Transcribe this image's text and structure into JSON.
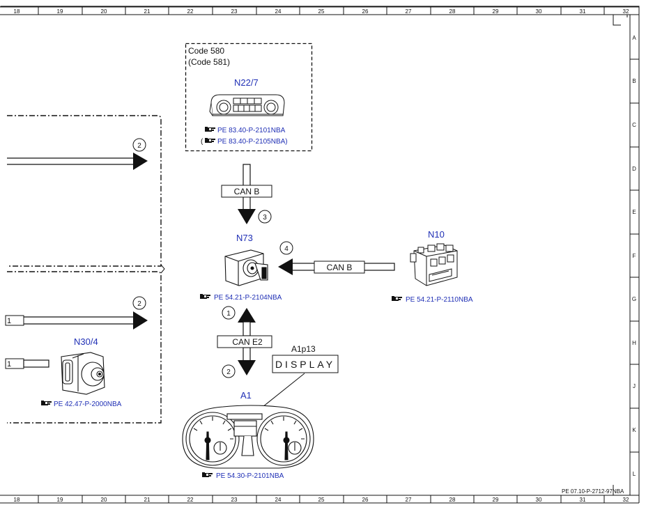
{
  "frame": {
    "columns": [
      "18",
      "19",
      "20",
      "21",
      "22",
      "23",
      "24",
      "25",
      "26",
      "27",
      "28",
      "29",
      "30",
      "31",
      "32"
    ],
    "rows": [
      "A",
      "B",
      "C",
      "D",
      "E",
      "F",
      "G",
      "H",
      "J",
      "K",
      "L"
    ],
    "doc_ref": "PE 07.10-P-2712-97NBA"
  },
  "colors": {
    "ref_blue": "#1f2fb5",
    "line": "#111111"
  },
  "components": {
    "n22_7": {
      "code_line1": "Code 580",
      "code_line2": "(Code 581)",
      "label": "N22/7",
      "ref1": "PE 83.40-P-2101NBA",
      "ref2_open": "(",
      "ref2": "PE 83.40-P-2105NBA)"
    },
    "n73": {
      "label": "N73",
      "ref": "PE 54.21-P-2104NBA"
    },
    "n10": {
      "label": "N10",
      "ref": "PE 54.21-P-2110NBA"
    },
    "n30_4": {
      "label": "N30/4",
      "ref": "PE 42.47-P-2000NBA"
    },
    "a1": {
      "label": "A1",
      "ref": "PE 54.30-P-2101NBA"
    },
    "a1p13": {
      "label": "A1p13",
      "display_text": "DISPLAY"
    }
  },
  "buses": {
    "can_b_top": "CAN B",
    "can_b_right": "CAN B",
    "can_e2": "CAN E2"
  },
  "wire_stubs": {
    "upper": "1",
    "lower": "1"
  },
  "callouts": {
    "left_upper": "2",
    "left_lower": "2",
    "c3": "3",
    "c4": "4",
    "c1": "1",
    "c2": "2"
  },
  "icons": [
    "reference-hand-icon"
  ]
}
